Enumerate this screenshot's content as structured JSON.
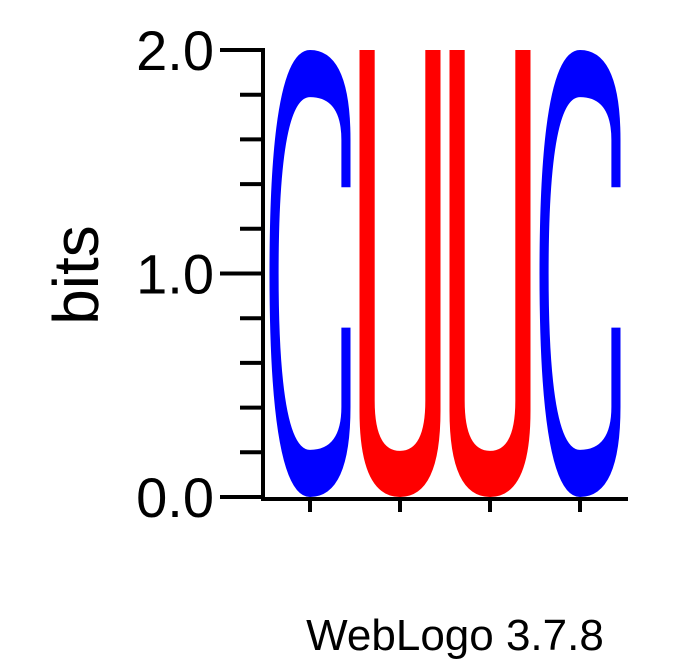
{
  "chart_data": {
    "type": "sequence_logo",
    "alphabet": "RNA",
    "ylabel": "bits",
    "ylim": [
      0,
      2.0
    ],
    "yticks": [
      {
        "value": 0.0,
        "label": "0.0"
      },
      {
        "value": 1.0,
        "label": "1.0"
      },
      {
        "value": 2.0,
        "label": "2.0"
      }
    ],
    "minor_tick_step": 0.2,
    "positions": [
      {
        "position": 1,
        "letter": "C",
        "bits": 2.0,
        "color": "#0000ff"
      },
      {
        "position": 2,
        "letter": "U",
        "bits": 2.0,
        "color": "#ff0000"
      },
      {
        "position": 3,
        "letter": "U",
        "bits": 2.0,
        "color": "#ff0000"
      },
      {
        "position": 4,
        "letter": "C",
        "bits": 2.0,
        "color": "#0000ff"
      }
    ],
    "credit": "WebLogo 3.7.8"
  }
}
